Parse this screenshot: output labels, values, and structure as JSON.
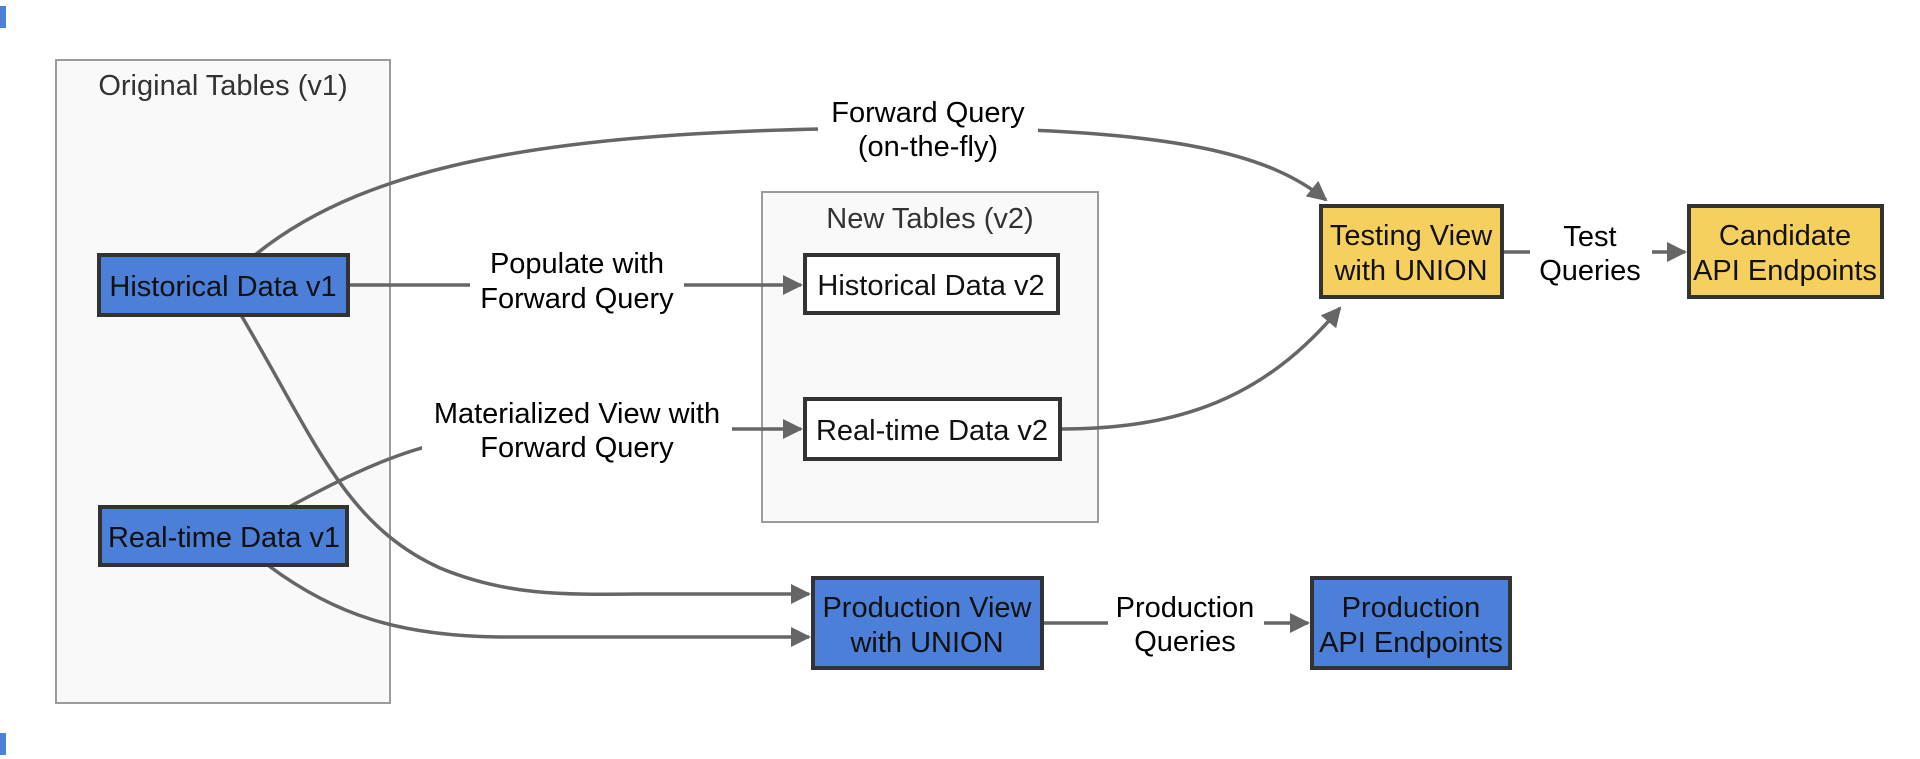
{
  "diagram": {
    "colors": {
      "node_blue_fill": "#4b7fd8",
      "node_yellow_fill": "#f6d05e",
      "node_white_fill": "#ffffff",
      "node_border": "#333333",
      "cluster_fill": "#f9f9f9",
      "cluster_border": "#9b9b9b",
      "edge_color": "#666666",
      "label_bg": "#ffffff",
      "background": "#ffffff"
    },
    "clusters": {
      "original_tables": {
        "label": "Original Tables (v1)"
      },
      "new_tables": {
        "label": "New Tables (v2)"
      }
    },
    "nodes": {
      "historical_v1": {
        "label": "Historical Data v1"
      },
      "realtime_v1": {
        "label": "Real-time Data v1"
      },
      "historical_v2": {
        "label": "Historical Data v2"
      },
      "realtime_v2": {
        "label": "Real-time Data v2"
      },
      "testing_view": {
        "line1": "Testing View",
        "line2": "with UNION"
      },
      "candidate_api": {
        "line1": "Candidate",
        "line2": "API Endpoints"
      },
      "production_view": {
        "line1": "Production View",
        "line2": "with UNION"
      },
      "production_api": {
        "line1": "Production",
        "line2": "API Endpoints"
      }
    },
    "edges": {
      "forward_query": {
        "line1": "Forward Query",
        "line2": "(on-the-fly)"
      },
      "populate": {
        "line1": "Populate with",
        "line2": "Forward Query"
      },
      "materialized": {
        "line1": "Materialized View with",
        "line2": "Forward Query"
      },
      "test_queries": {
        "line1": "Test",
        "line2": "Queries"
      },
      "production_queries": {
        "line1": "Production",
        "line2": "Queries"
      }
    }
  }
}
